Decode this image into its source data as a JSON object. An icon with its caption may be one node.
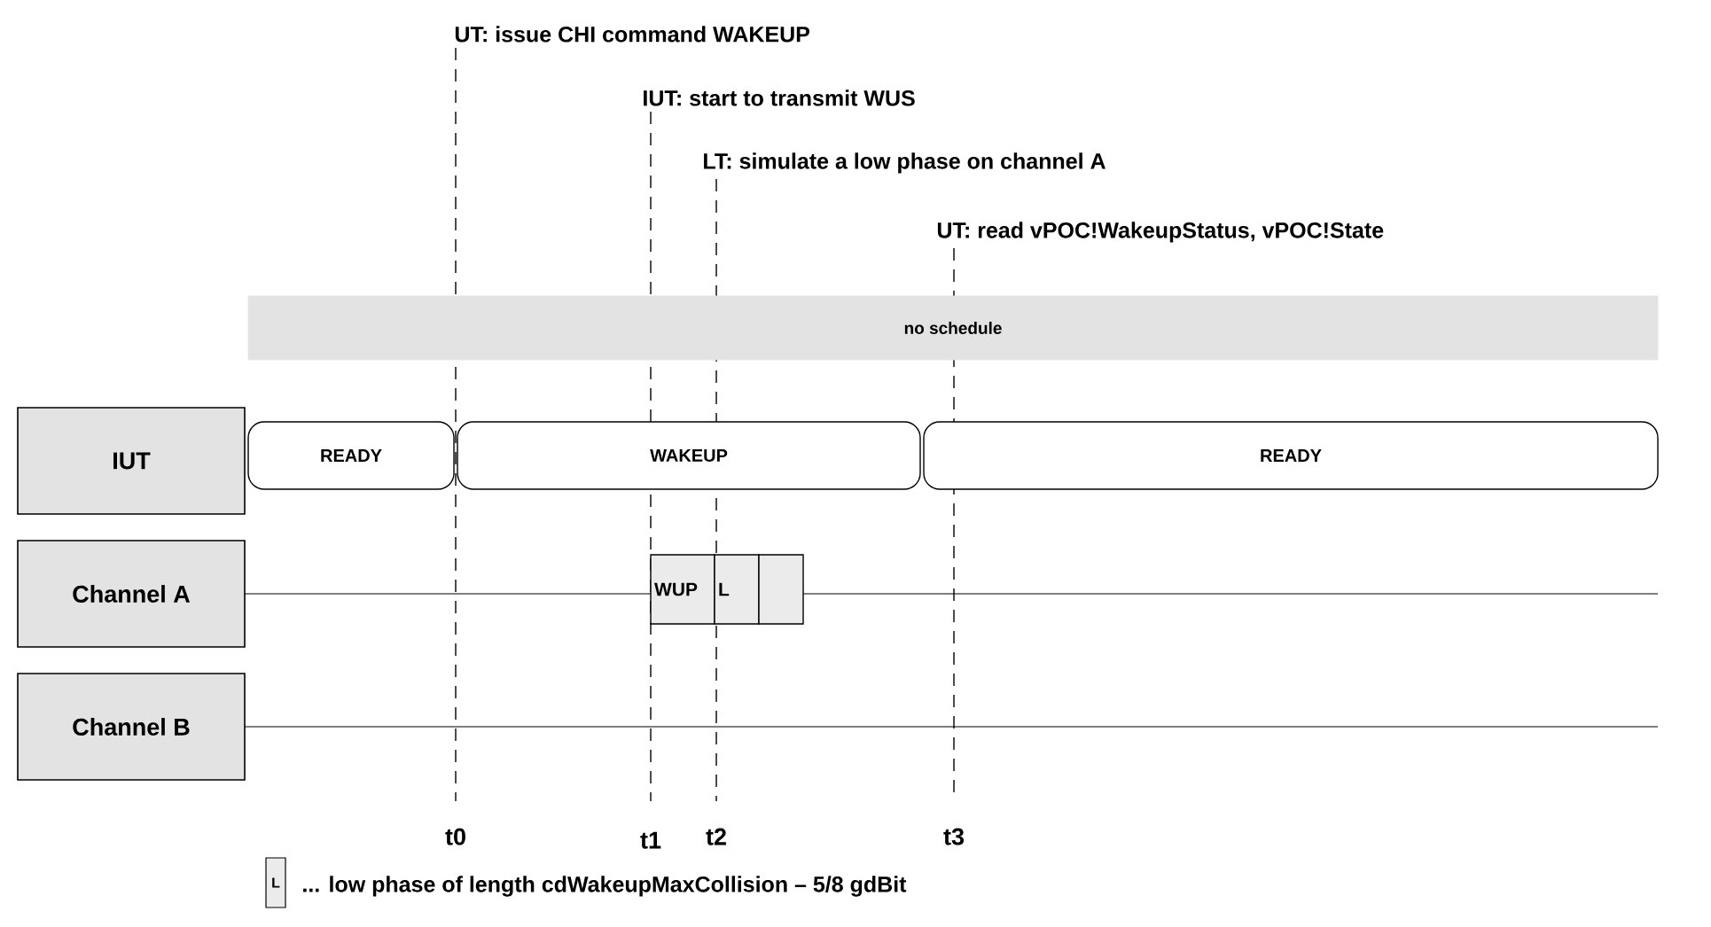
{
  "diagram": {
    "nodes": [
      {
        "text": [
          "no schedule"
        ]
      },
      {
        "text": [
          "IUT"
        ]
      },
      {
        "text": [
          "READY"
        ]
      },
      {
        "text": [
          "WAKEUP"
        ]
      },
      {
        "text": [
          "READY"
        ]
      },
      {
        "text": [
          "Channel A"
        ]
      },
      {
        "text": [
          "WUP"
        ]
      },
      {
        "text": [
          "L"
        ]
      },
      {
        "text": [],
        "shape": "box"
      },
      {
        "text": [
          "Channel B"
        ]
      },
      {
        "text": [
          "L"
        ],
        "beside": [
          "... low phase of length cdWakeupMaxCollision – 5/8 gdBit"
        ]
      }
    ],
    "labels": [
      "UT: issue CHI command WAKEUP",
      "IUT: start to transmit WUS",
      "LT: simulate a low phase on channel A",
      "UT: read vPOC!WakeupStatus, vPOC!State",
      "t0",
      "t1",
      "t2",
      "t3"
    ]
  }
}
